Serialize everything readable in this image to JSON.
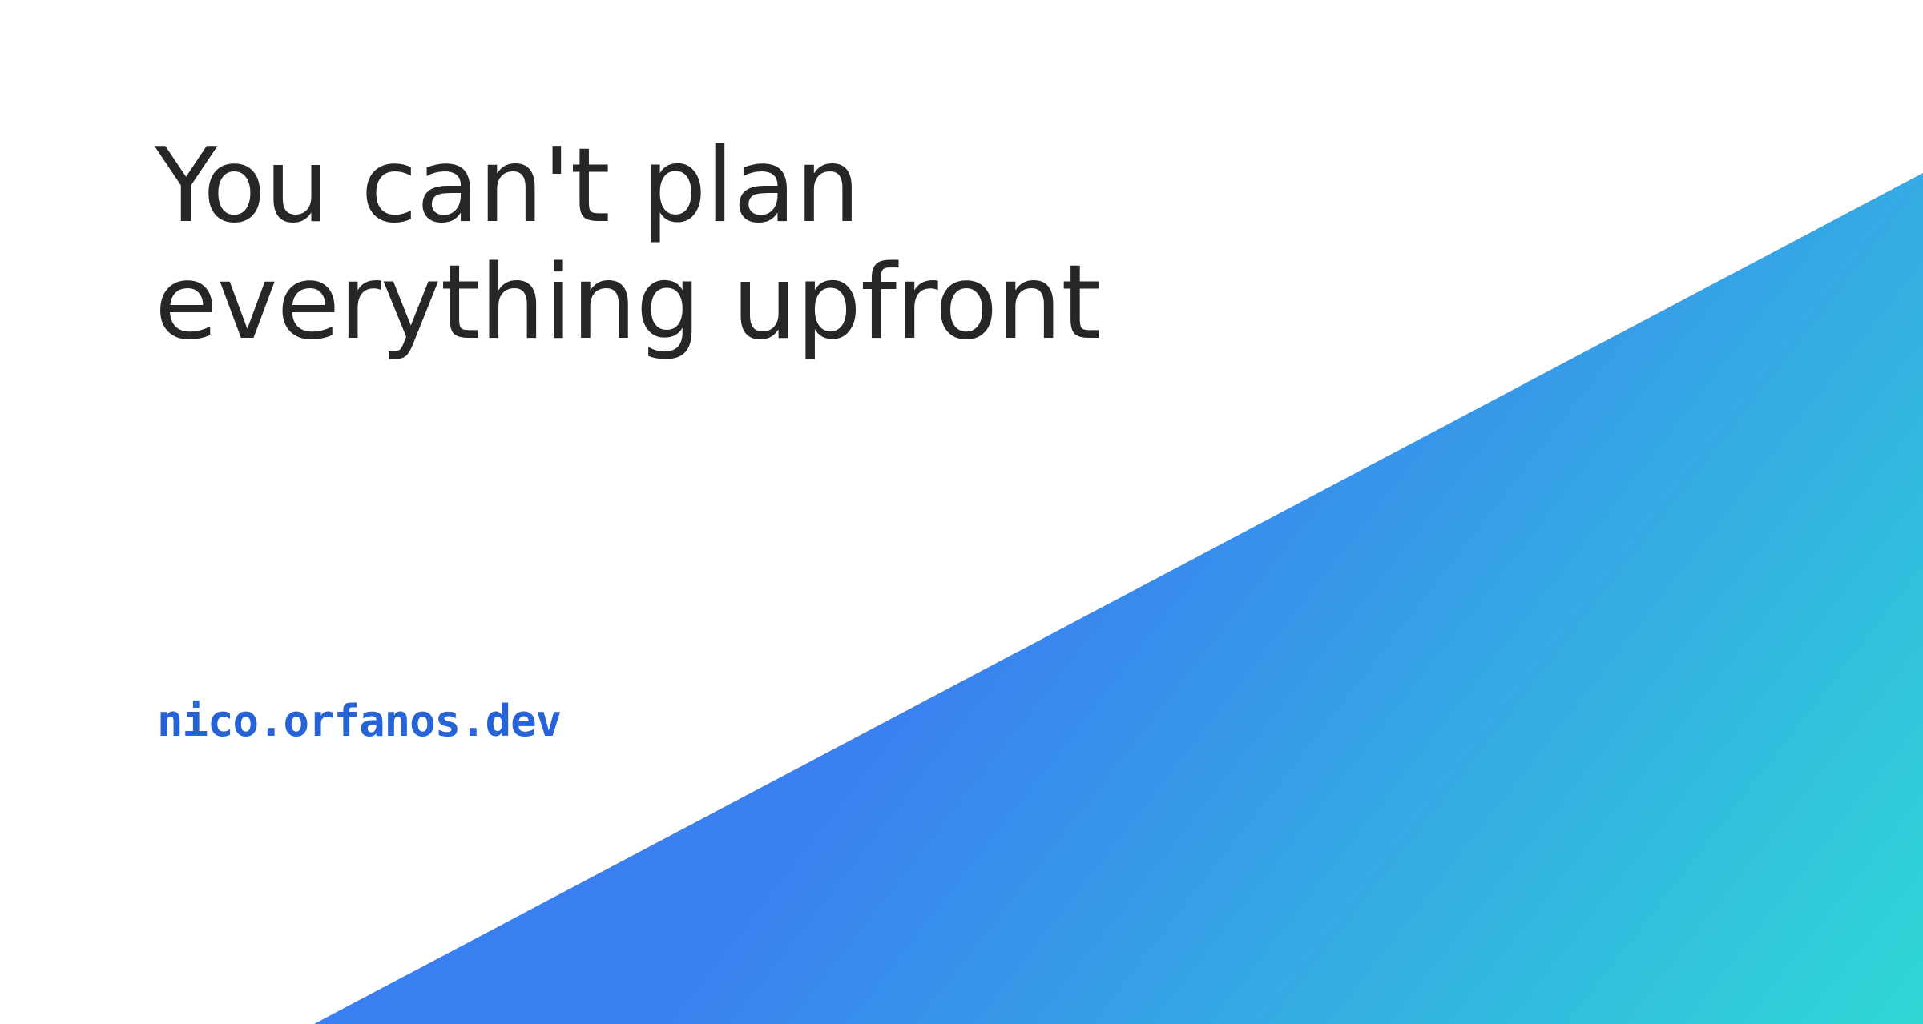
{
  "title": {
    "line1": "You can't plan",
    "line2": "everything upfront"
  },
  "site": {
    "url_text": "nico.orfanos.dev"
  },
  "colors": {
    "background": "#ffffff",
    "title_text": "#262626",
    "link_text": "#2563d6",
    "gradient_start": "#3a7ff0",
    "gradient_end": "#2fd8d6"
  }
}
